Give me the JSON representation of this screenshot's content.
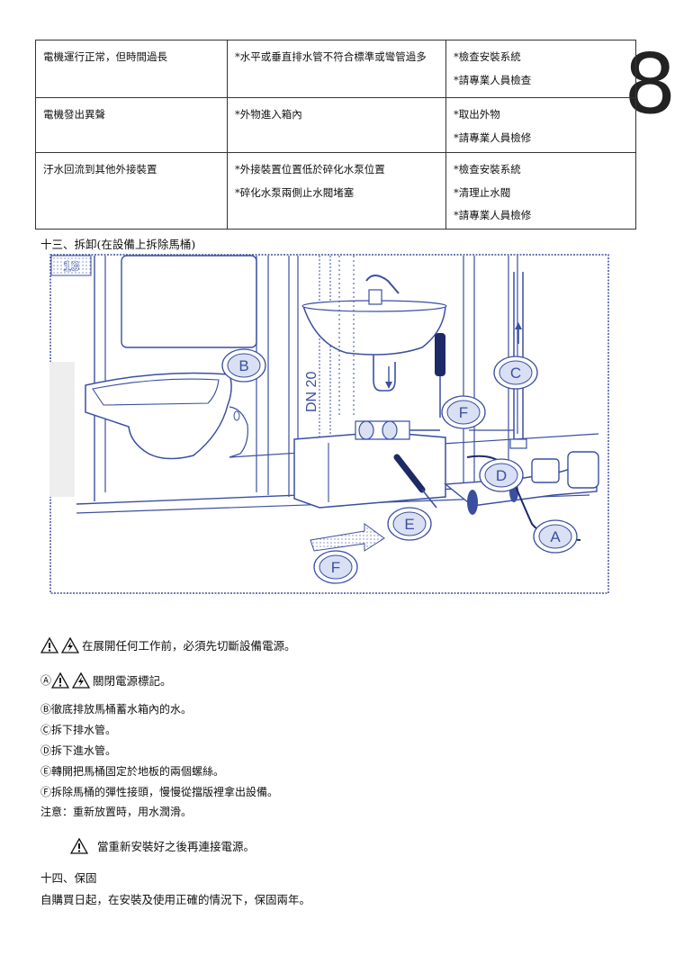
{
  "page_number": "8",
  "troubleshooting": {
    "rows": [
      {
        "problem": [
          "電機運行正常，但時間過長"
        ],
        "cause": [
          "*水平或垂直排水管不符合標準或彎管過多"
        ],
        "solution": [
          "*檢查安裝系統",
          "*請專業人員檢查"
        ]
      },
      {
        "problem": [
          "電機發出異聲"
        ],
        "cause": [
          "*外物進入箱內"
        ],
        "solution": [
          "*取出外物",
          "*請專業人員檢修"
        ]
      },
      {
        "problem": [
          "汙水回流到其他外接裝置"
        ],
        "cause": [
          "*外接裝置位置低於碎化水泵位置",
          "*碎化水泵兩側止水閥堵塞"
        ],
        "solution": [
          "*檢查安裝系統",
          "*清理止水閥",
          "*請專業人員檢修"
        ]
      }
    ]
  },
  "section13": {
    "title": "十三、拆卸(在設備上拆除馬桶)",
    "figure": {
      "badge": "13",
      "pipe_label": "DN 20",
      "callouts": [
        "A",
        "B",
        "C",
        "D",
        "E",
        "F",
        "F"
      ]
    },
    "warning": "在展開任何工作前，必須先切斷設備電源。",
    "steps": [
      "Ⓐ",
      "關閉電源標記。",
      "Ⓑ徹底排放馬桶蓄水箱內的水。",
      "Ⓒ拆下排水管。",
      "Ⓓ拆下進水管。",
      "Ⓔ轉開把馬桶固定於地板的兩個螺絲。",
      "Ⓕ拆除馬桶的彈性接頭，慢慢從擋版裡拿出設備。",
      "注意：重新放置時，用水潤滑。"
    ],
    "reconnect_warning": "當重新安裝好之後再連接電源。"
  },
  "section14": {
    "title": "十四、保固",
    "text": "自購買日起，在安裝及使用正確的情況下，保固兩年。"
  },
  "colors": {
    "figure_line": "#3b4fa0",
    "figure_fill": "#d9e0f3"
  }
}
